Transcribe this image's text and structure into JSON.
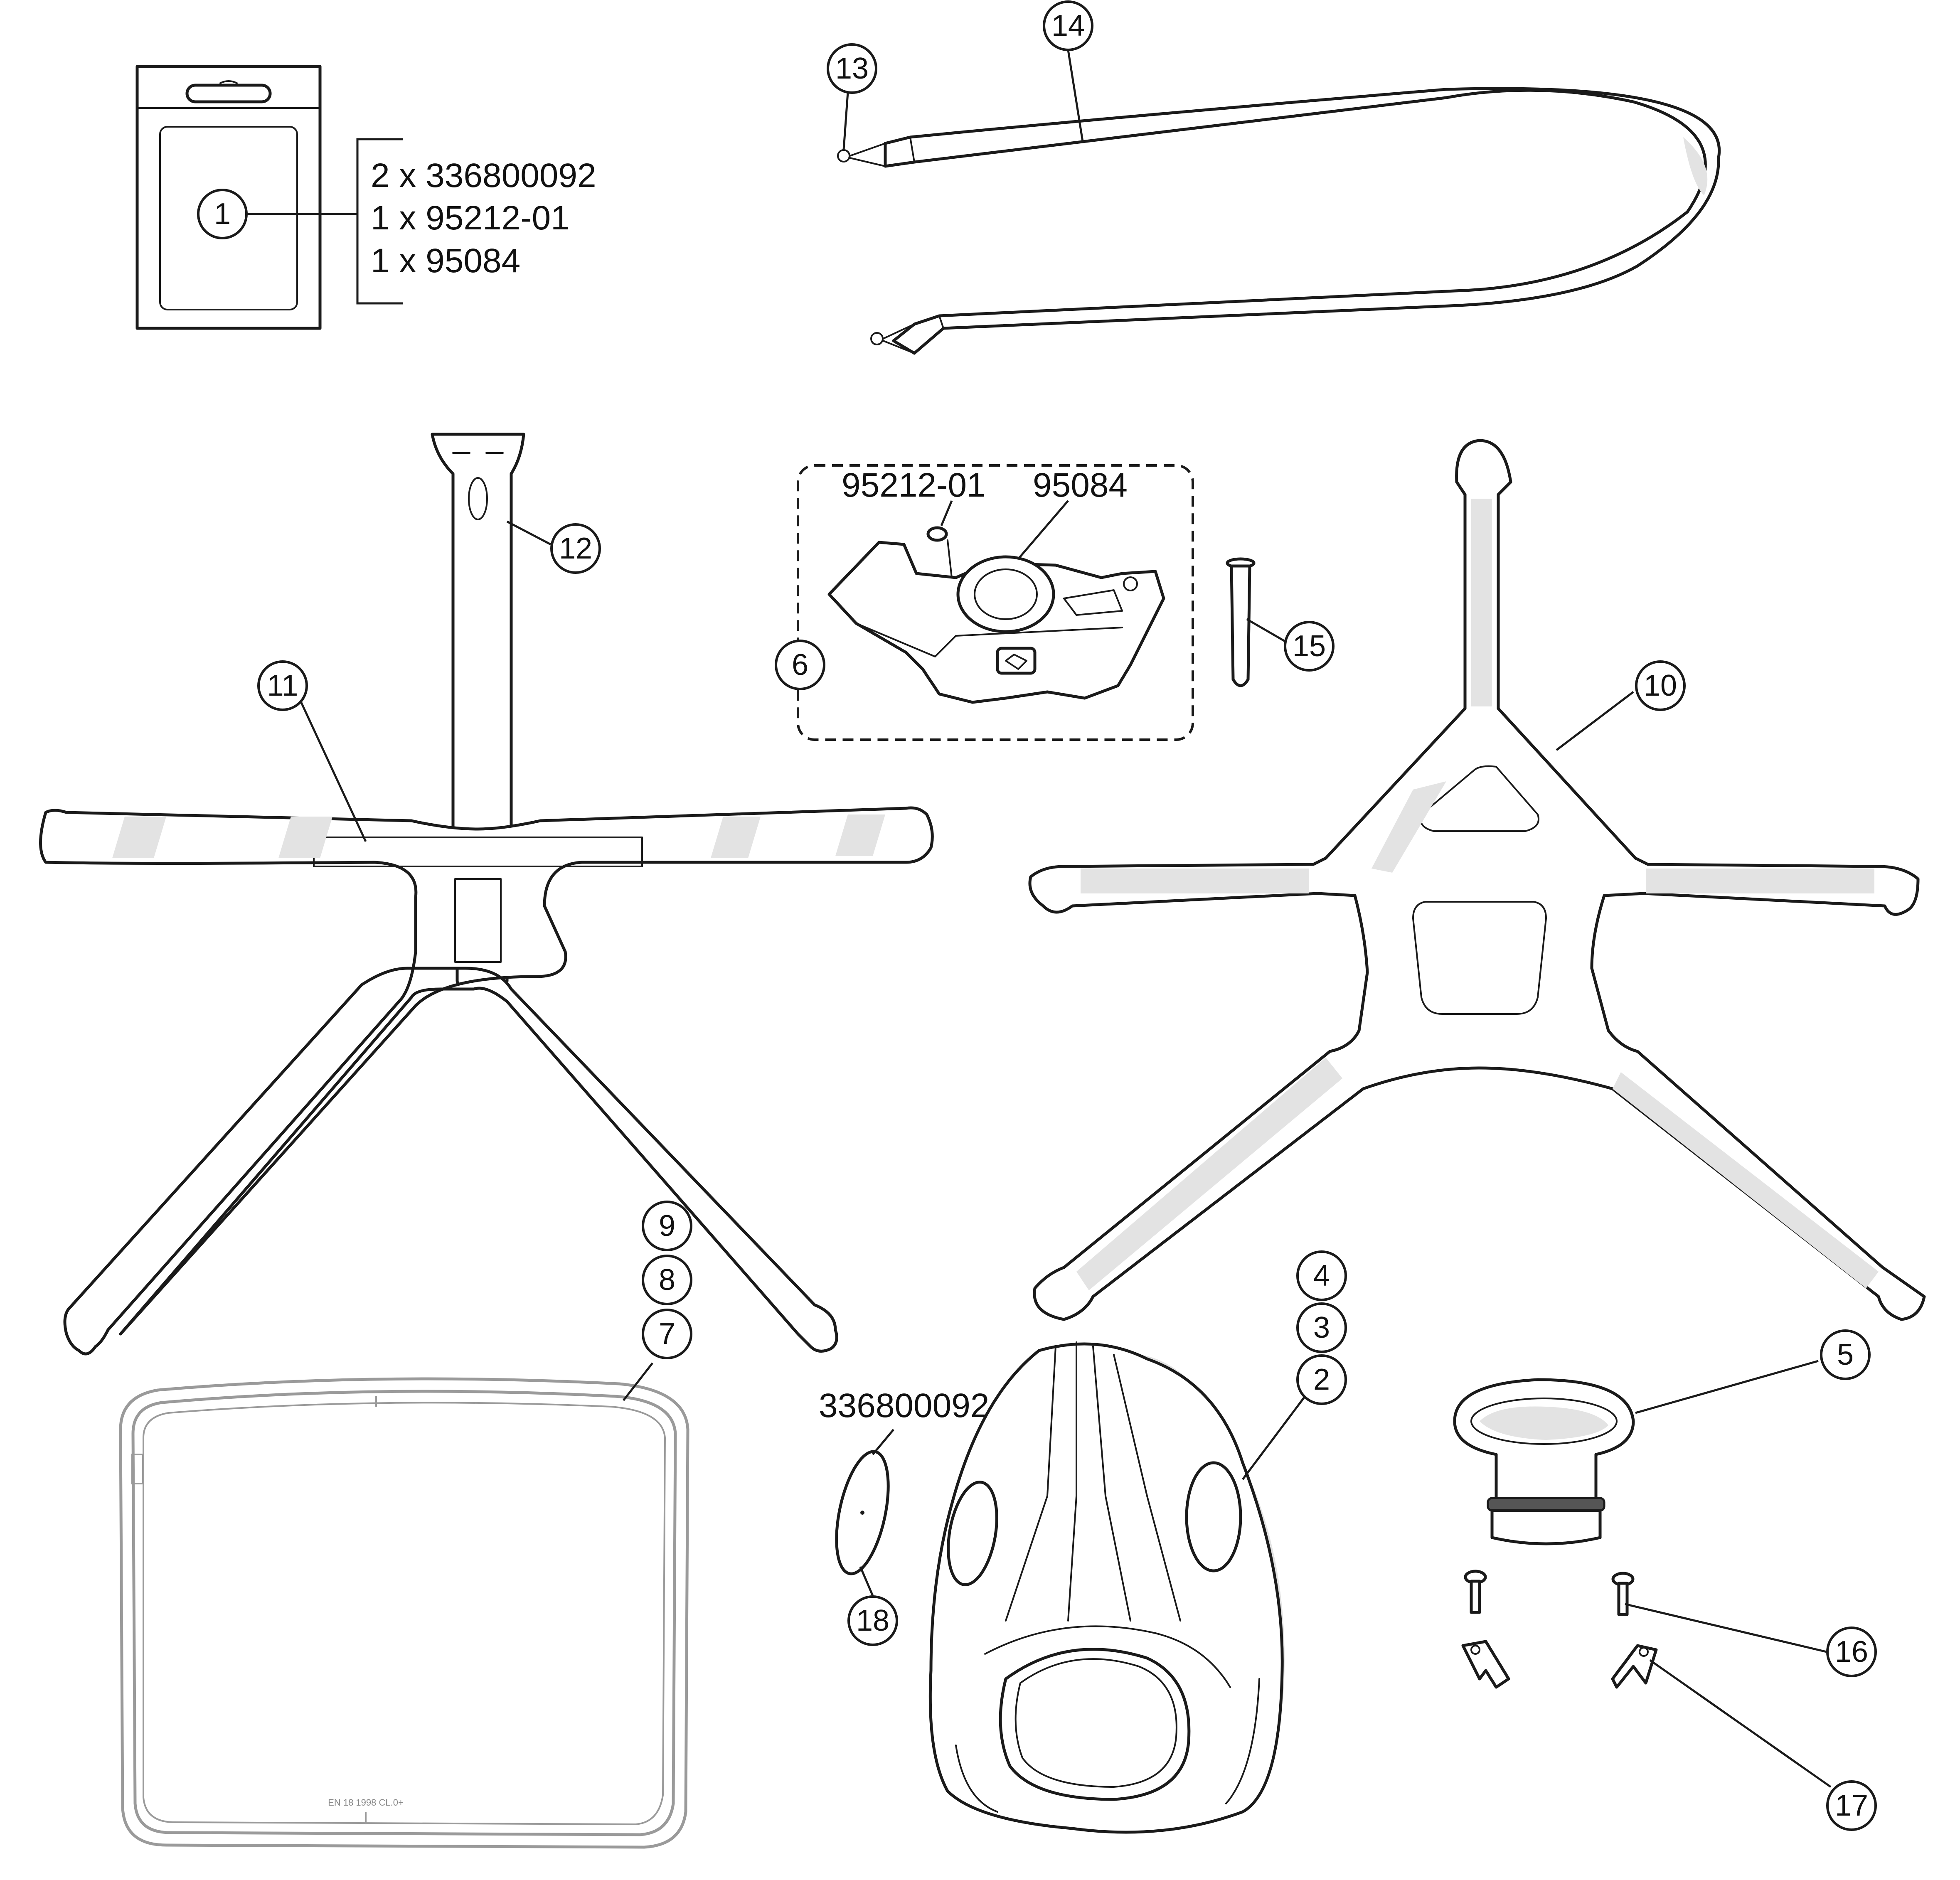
{
  "kit_contents": [
    {
      "text": "2 x 336800092"
    },
    {
      "text": "1 x 95212-01"
    },
    {
      "text": "1 x 95084"
    }
  ],
  "part_labels": {
    "valve_part_a": "95212-01",
    "valve_part_b": "95084",
    "disc_part": "336800092",
    "inner_text_lens": "EN 18  1998 CL.0+"
  },
  "callouts": {
    "c1": "1",
    "c2": "2",
    "c3": "3",
    "c4": "4",
    "c5": "5",
    "c6": "6",
    "c7": "7",
    "c8": "8",
    "c9": "9",
    "c10": "10",
    "c11": "11",
    "c12": "12",
    "c13": "13",
    "c14": "14",
    "c15": "15",
    "c16": "16",
    "c17": "17",
    "c18": "18"
  }
}
